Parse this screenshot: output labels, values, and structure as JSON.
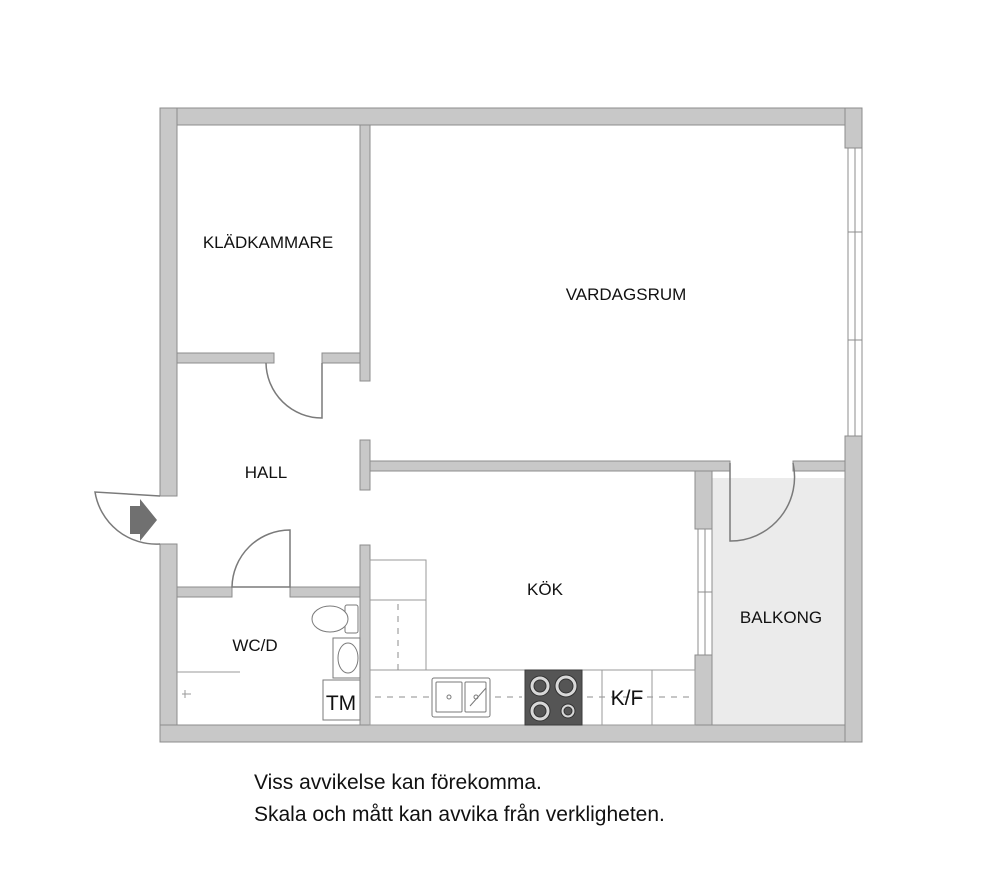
{
  "rooms": {
    "kladkammare": "KLÄDKAMMARE",
    "vardagsrum": "VARDAGSRUM",
    "hall": "HALL",
    "kok": "KÖK",
    "balkong": "BALKONG",
    "wcd": "WC/D"
  },
  "fixtures": {
    "tm": "TM",
    "kf": "K/F"
  },
  "disclaimer": {
    "line1": "Viss avvikelse kan förekomma.",
    "line2": "Skala och mått kan avvika från verkligheten."
  },
  "colors": {
    "wall": "#c8c8c8",
    "wall_edge": "#8c8c8c",
    "balcony_floor": "#ebebeb",
    "door_swing": "#7a7a7a",
    "stove": "#555555"
  }
}
